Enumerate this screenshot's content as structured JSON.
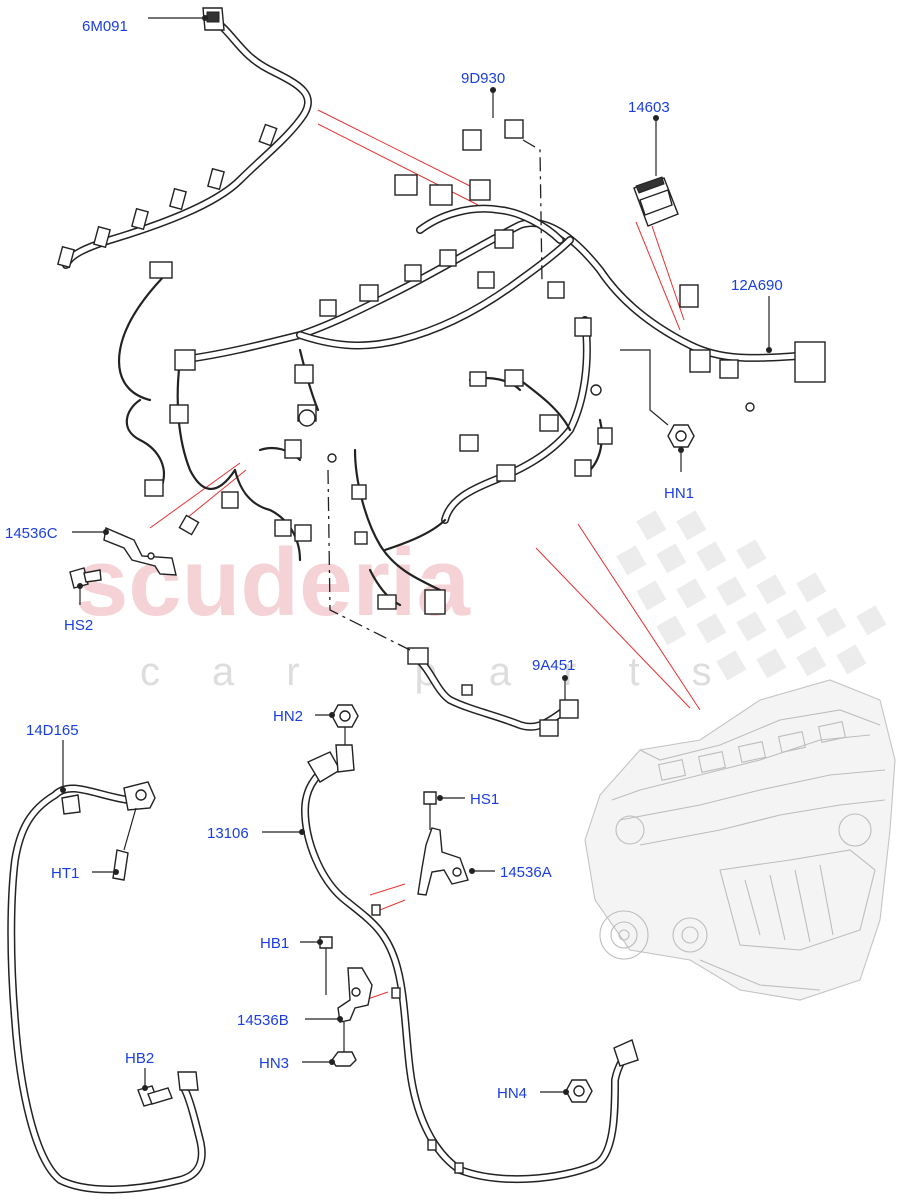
{
  "watermark": {
    "brand": "scuderia",
    "subtitle": "car parts"
  },
  "callouts": [
    {
      "id": "6M091",
      "label": "6M091"
    },
    {
      "id": "9D930",
      "label": "9D930"
    },
    {
      "id": "14603",
      "label": "14603"
    },
    {
      "id": "12A690",
      "label": "12A690"
    },
    {
      "id": "HN1",
      "label": "HN1"
    },
    {
      "id": "14536C",
      "label": "14536C"
    },
    {
      "id": "HS2",
      "label": "HS2"
    },
    {
      "id": "9A451",
      "label": "9A451"
    },
    {
      "id": "14D165",
      "label": "14D165"
    },
    {
      "id": "HN2",
      "label": "HN2"
    },
    {
      "id": "HS1",
      "label": "HS1"
    },
    {
      "id": "13106",
      "label": "13106"
    },
    {
      "id": "14536A",
      "label": "14536A"
    },
    {
      "id": "HT1",
      "label": "HT1"
    },
    {
      "id": "HB1",
      "label": "HB1"
    },
    {
      "id": "14536B",
      "label": "14536B"
    },
    {
      "id": "HN3",
      "label": "HN3"
    },
    {
      "id": "HB2",
      "label": "HB2"
    },
    {
      "id": "HN4",
      "label": "HN4"
    }
  ],
  "colors": {
    "callout_text": "#1a3ee0",
    "leader_line": "#222222",
    "reference_line": "#e63232",
    "watermark_brand": "#f2c4c8",
    "watermark_subtitle": "#dddddd",
    "engine_outline": "#bdbdbd"
  }
}
